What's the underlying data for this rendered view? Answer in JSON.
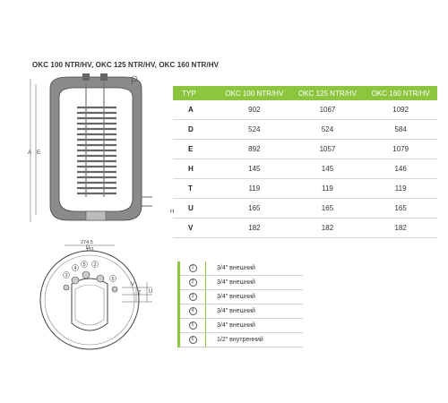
{
  "title": "OKC 100 NTR/HV, OKC 125 NTR/HV, OKC 160 NTR/HV",
  "spec_table": {
    "headers": [
      "TYP",
      "OKC 100 NTR/HV",
      "OKC 125 NTR/HV",
      "OKC 160 NTR/HV"
    ],
    "rows": [
      {
        "typ": "A",
        "values": [
          "902",
          "1067",
          "1092"
        ]
      },
      {
        "typ": "D",
        "values": [
          "524",
          "524",
          "584"
        ]
      },
      {
        "typ": "E",
        "values": [
          "892",
          "1057",
          "1079"
        ]
      },
      {
        "typ": "H",
        "values": [
          "145",
          "145",
          "146"
        ]
      },
      {
        "typ": "T",
        "values": [
          "119",
          "119",
          "119"
        ]
      },
      {
        "typ": "U",
        "values": [
          "165",
          "165",
          "165"
        ]
      },
      {
        "typ": "V",
        "values": [
          "182",
          "182",
          "182"
        ]
      }
    ]
  },
  "connections": [
    {
      "num": "1",
      "desc": "3/4\" внешний"
    },
    {
      "num": "2",
      "desc": "3/4\" внешний"
    },
    {
      "num": "3",
      "desc": "3/4\" внешний"
    },
    {
      "num": "4",
      "desc": "3/4\" внешний"
    },
    {
      "num": "5",
      "desc": "3/4\" внешний"
    },
    {
      "num": "6",
      "desc": "1/2\" внутренний"
    }
  ],
  "drawing_labels": {
    "dim_274": "274.5",
    "dim_151": "151",
    "letter_a": "A",
    "letter_e": "E",
    "letter_h": "H",
    "letter_t": "T",
    "letter_u": "U",
    "letter_v": "V",
    "letter_d": "D",
    "n1": "1",
    "n2": "2",
    "n3": "3",
    "n4": "4",
    "n5": "5",
    "n6": "6"
  },
  "colors": {
    "accent": "#8cc63f",
    "insulation": "#8a8a8a"
  }
}
